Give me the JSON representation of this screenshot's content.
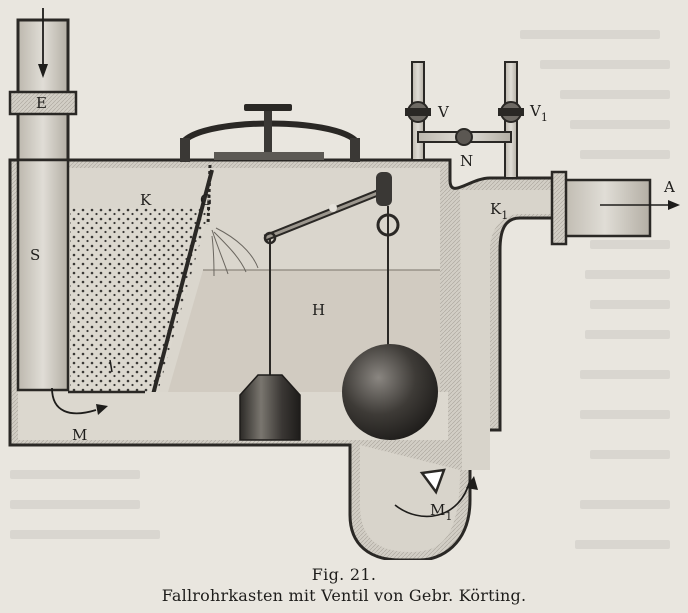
{
  "figure": {
    "labels": {
      "E": "E",
      "S": "S",
      "K": "K",
      "G": "G",
      "H": "H",
      "M": "M",
      "V": "V",
      "V1": "V",
      "V1_sub": "1",
      "N": "N",
      "K1": "K",
      "K1_sub": "1",
      "A": "A",
      "M1": "M",
      "M1_sub": "1"
    }
  },
  "caption": {
    "number": "Fig. 21.",
    "title": "Fallrohrkasten mit Ventil von Gebr. Körting."
  },
  "colors": {
    "paper": "#e9e6df",
    "ink": "#1e1d1b",
    "wall": "#2a2825",
    "fill_light": "#d6d2c9",
    "water": "#cbc6bc"
  }
}
